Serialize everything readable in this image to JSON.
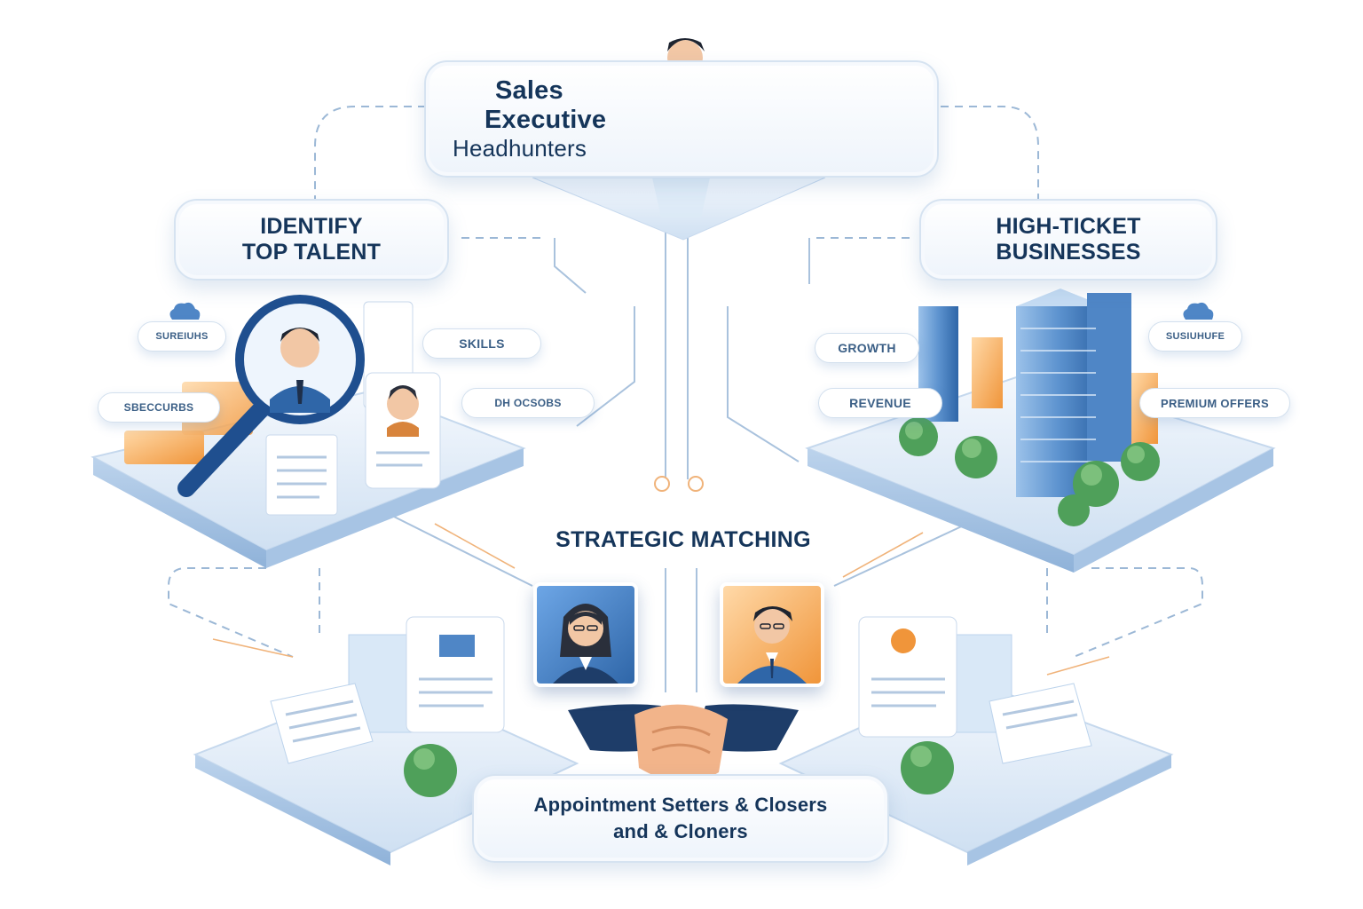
{
  "title_box": {
    "lines": [
      "Sales",
      "Executive",
      "Headhunters"
    ]
  },
  "left_box": {
    "lines": [
      "IDENTIFY",
      "TOP TALENT"
    ]
  },
  "right_box": {
    "lines": [
      "HIGH-TICKET",
      "BUSINESSES"
    ]
  },
  "center_label": "STRATEGIC MATCHING",
  "bottom_box": {
    "lines": [
      "Appointment Setters & Closers",
      "and & Cloners"
    ]
  },
  "left_chips": [
    "SUREIUHS",
    "SKILLS",
    "SBECCURBS",
    "DH OCSOBS"
  ],
  "right_chips": [
    "GROWTH",
    "SUSIUHUFE",
    "REVENUE",
    "PREMIUM OFFERS"
  ],
  "colors": {
    "navy": "#15355a",
    "accent_blue": "#2f6db3",
    "light_blue": "#dbe9f7",
    "connector": "#9cb8d6",
    "orange_accent": "#f0953a"
  },
  "icons": [
    "magnifier-icon",
    "cloud-icon",
    "handshake-icon",
    "buildings-icon",
    "document-icon",
    "tree-icon"
  ]
}
